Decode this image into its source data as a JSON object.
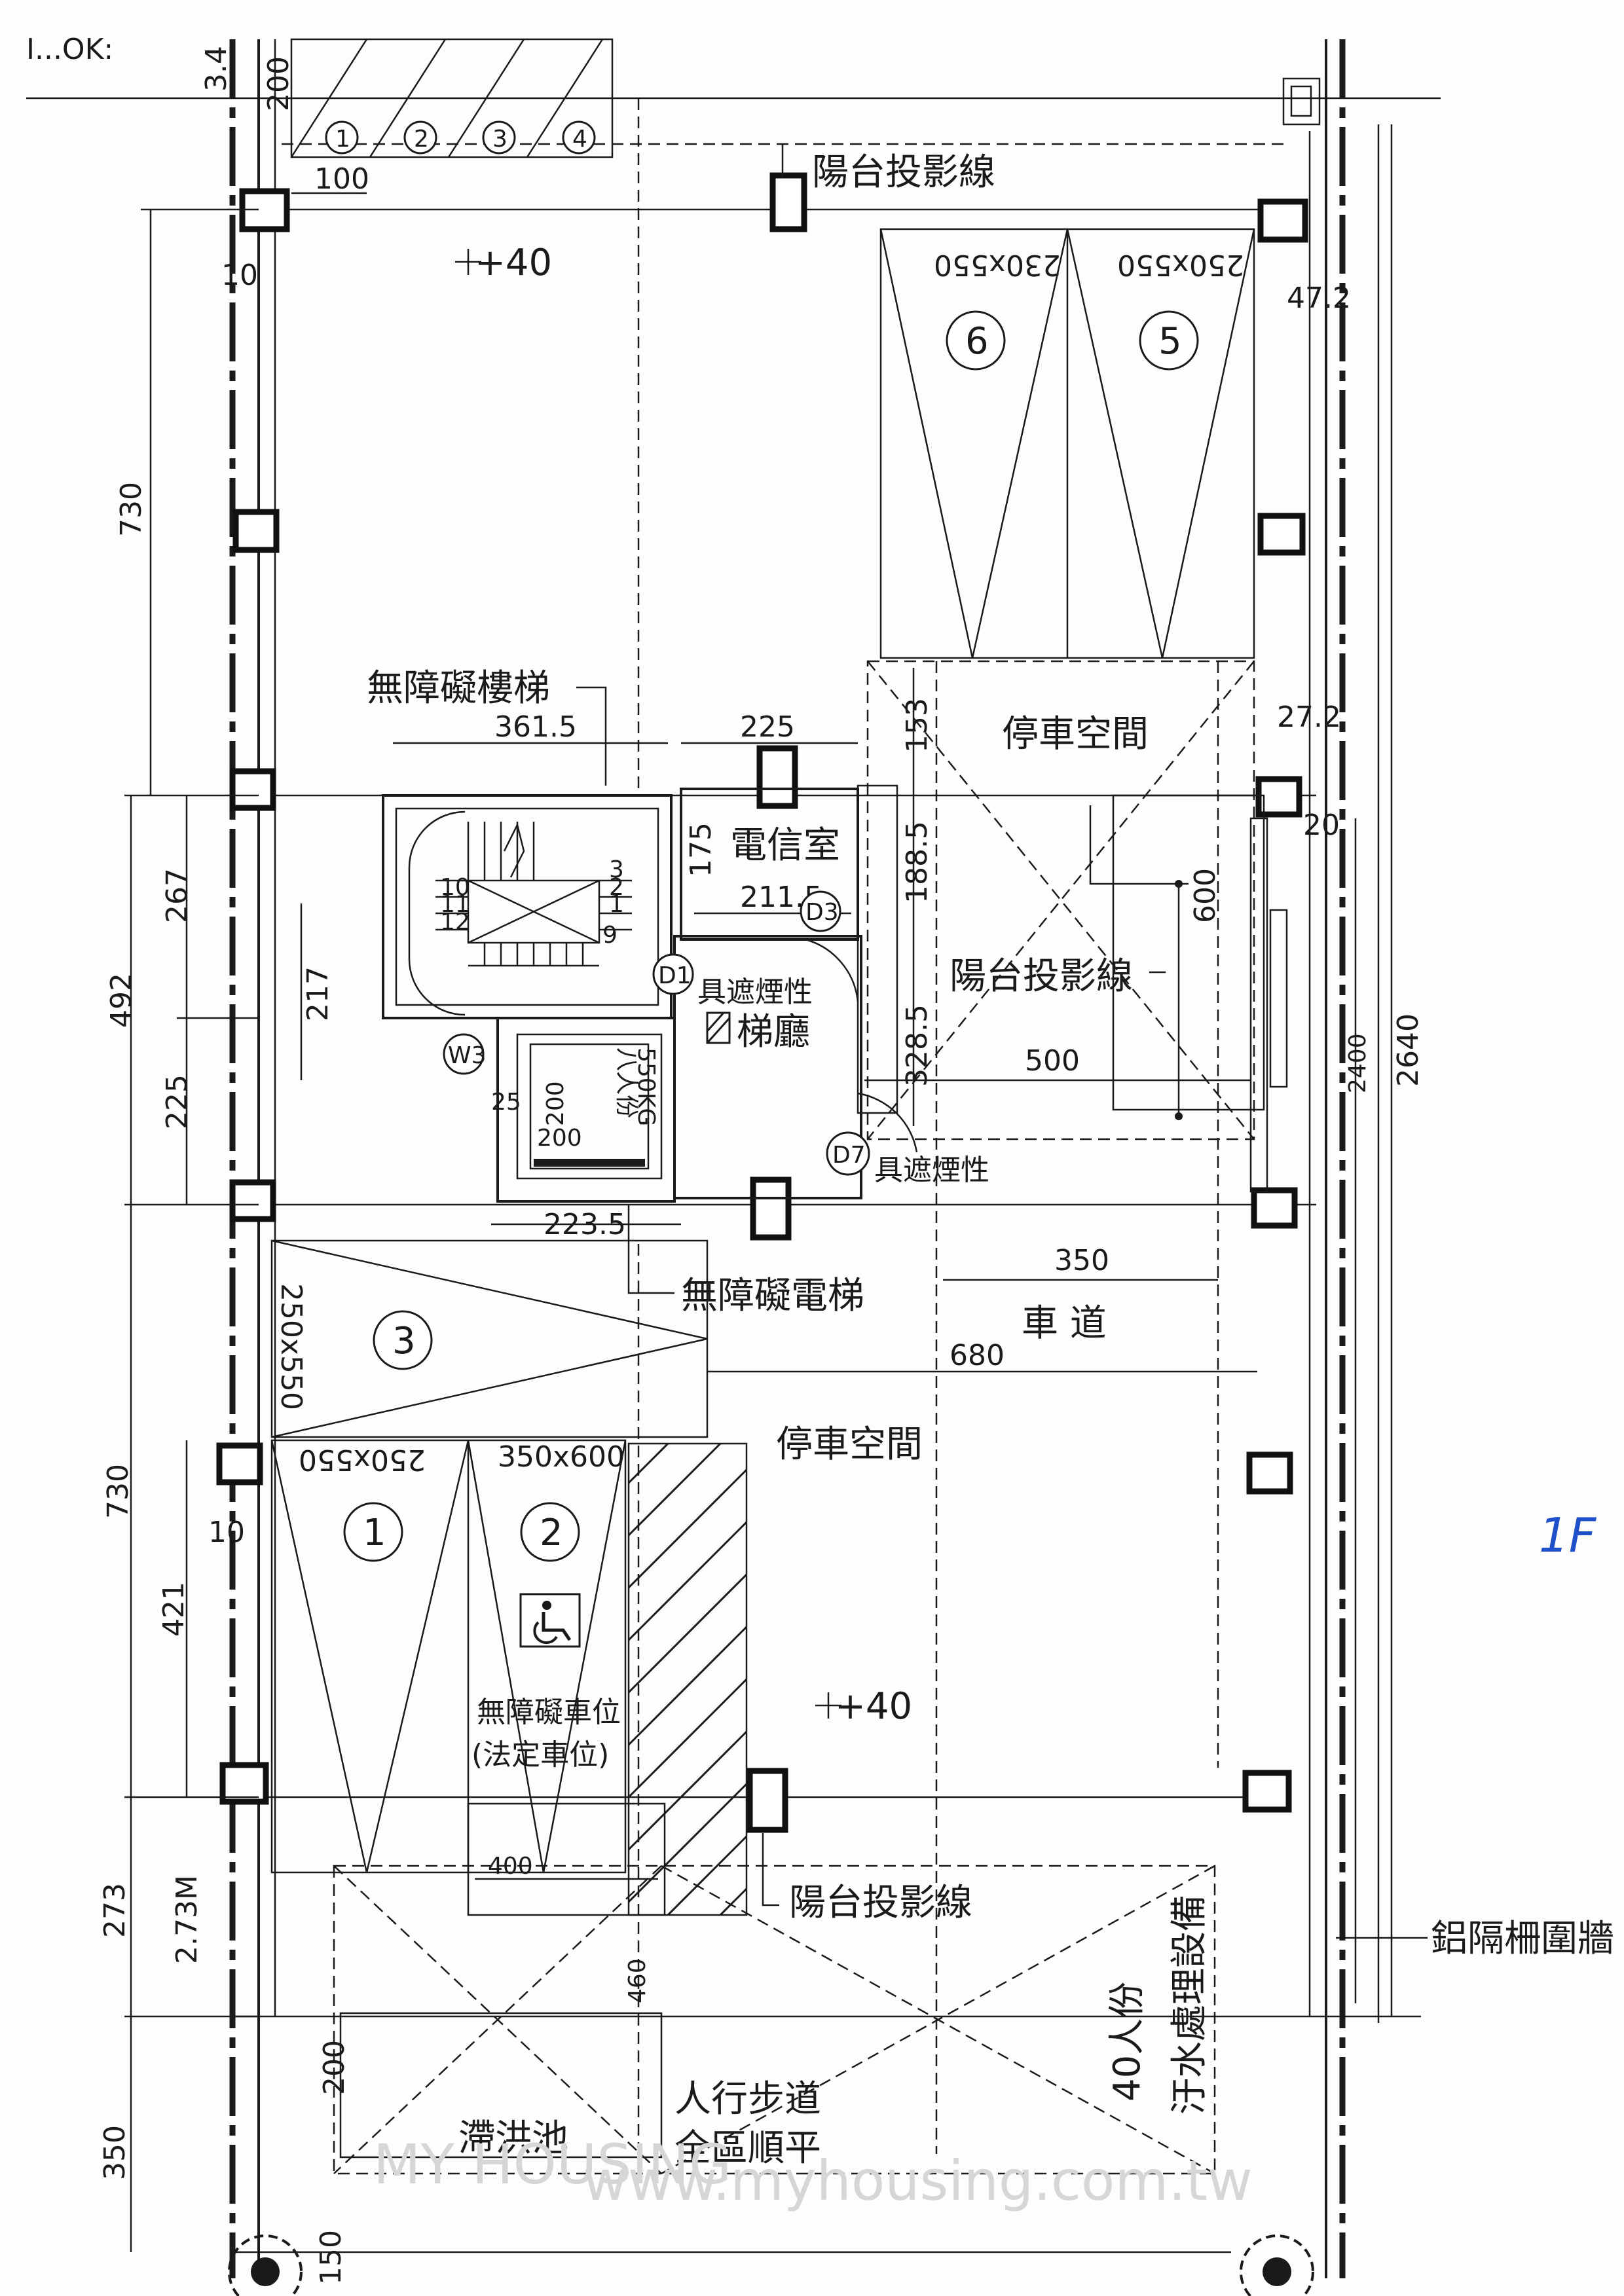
{
  "header": {
    "corner_text": "I...OK:",
    "corner_dim": "3.4"
  },
  "floor_mark": "1F",
  "watermark": {
    "brand": "MY HOUSING",
    "url": "www.myhousing.com.tw"
  },
  "labels": {
    "balcony_line": "陽台投影線",
    "accessible_stair": "無障礙樓梯",
    "telecom_room": "電信室",
    "parking_space": "停車空間",
    "lift_hall": "梯廳",
    "smoke_door": "具遮煙性",
    "accessible_elevator": "無障礙電梯",
    "driveway": "車 道",
    "accessible_parking": "無障礙車位",
    "legal_parking": "(法定車位)",
    "flood_pond": "滯洪池",
    "sidewalk": "人行步道",
    "sidewalk_level": "全區順平",
    "sewage": "40人份",
    "sewage_2": "汙水處理設備",
    "railing": "鋁隔柵圍牆",
    "elevator_cap1": "八人份",
    "elevator_cap2": "550KG",
    "accessible_icon": "wheelchair-symbol"
  },
  "levels": [
    "+40",
    "+40"
  ],
  "tags": [
    "D1",
    "D3",
    "D7",
    "W3"
  ],
  "bike_stalls": [
    "1",
    "2",
    "3",
    "4"
  ],
  "parking": [
    {
      "no": "1",
      "size": "250x550"
    },
    {
      "no": "2",
      "size": "350x600"
    },
    {
      "no": "3",
      "size": "250x550"
    },
    {
      "no": "5",
      "size": "250x550"
    },
    {
      "no": "6",
      "size": "230x550"
    }
  ],
  "dims": {
    "left_730_top": "730",
    "left_492": "492",
    "left_267": "267",
    "left_217": "217",
    "left_225": "225",
    "left_730_bot": "730",
    "left_421": "421",
    "left_273": "273",
    "left_273m": "2.73M",
    "left_350": "350",
    "left_150": "150",
    "left_10a": "10",
    "left_10b": "10",
    "top_200": "200",
    "top_100": "100",
    "d_361_5": "361.5",
    "d_225": "225",
    "d_153": "153",
    "d_188_5": "188.5",
    "d_175": "175",
    "d_211_5": "211.5",
    "d_328_5": "328.5",
    "d_500": "500",
    "d_600": "600",
    "d_223_5": "223.5",
    "d_350": "350",
    "d_680": "680",
    "d_25": "25",
    "d_200": "200",
    "d_200b": "200",
    "d_400": "400",
    "d_460": "460",
    "d_200c": "200",
    "right_47_2": "47.2",
    "right_27_2": "27.2",
    "right_20": "20",
    "right_2640": "2640",
    "right_2400": "2400"
  },
  "stair_steps": [
    "1",
    "2",
    "3",
    "9",
    "10",
    "11",
    "12"
  ]
}
